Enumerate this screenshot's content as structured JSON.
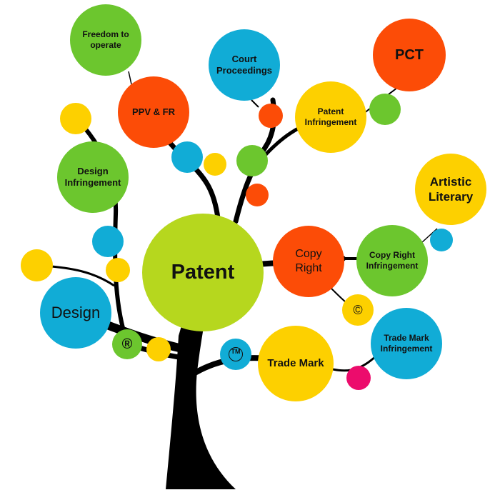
{
  "colors": {
    "green": "#6cc62e",
    "blue": "#11acd6",
    "orange": "#fc4c07",
    "yellow": "#fdd000",
    "lime": "#b6d71e",
    "pink": "#ec0c6c",
    "trunk": "#000000"
  },
  "nodes": {
    "patent": "Patent",
    "design": "Design",
    "design_infringement": "Design Infringement",
    "freedom_to_operate": "Freedom to operate",
    "ppv_fr": "PPV & FR",
    "court_proceedings": "Court Proceedings",
    "patent_infringement": "Patent Infringement",
    "pct": "PCT",
    "copy_right": "Copy Right",
    "copy_right_infringement": "Copy Right Infringement",
    "artistic_literary": "Artistic Literary",
    "trade_mark": "Trade Mark",
    "trade_mark_infringement": "Trade Mark Infringement"
  },
  "symbols": {
    "registered": "®",
    "copyright": "©",
    "trademark": "TM"
  }
}
